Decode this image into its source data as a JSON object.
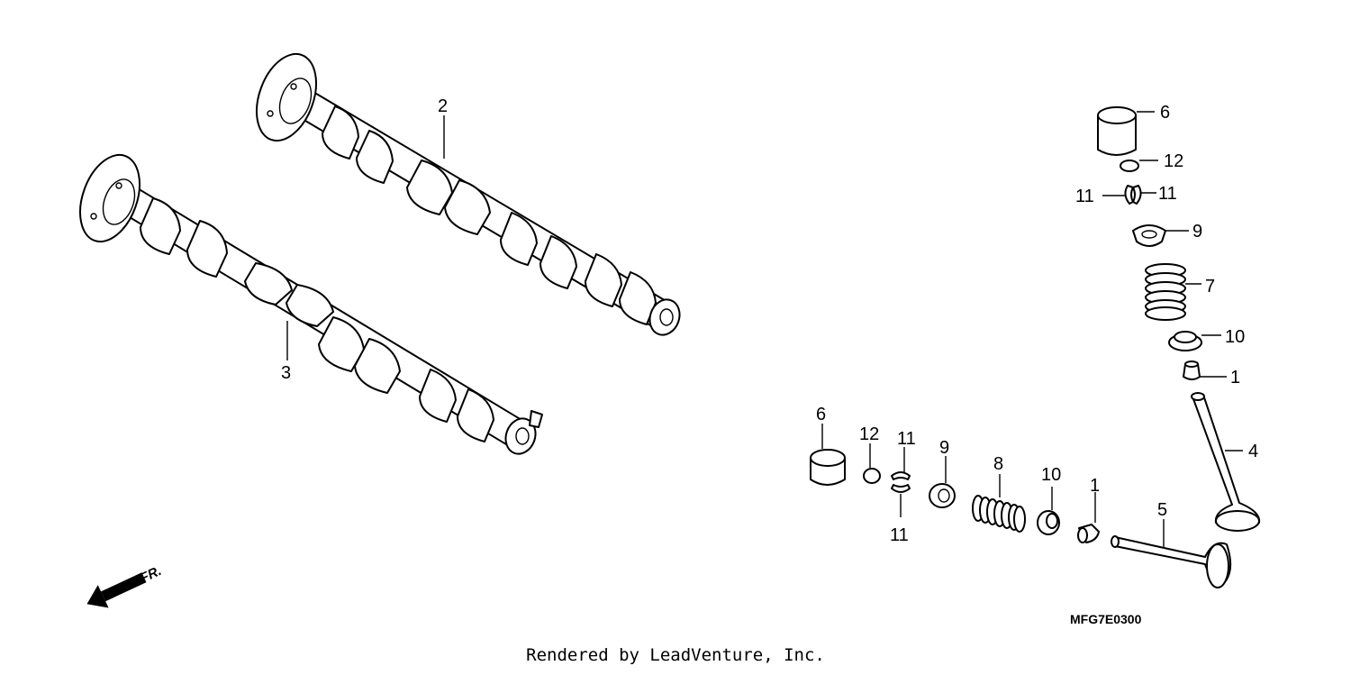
{
  "diagram": {
    "drawing_code": "MFG7E0300",
    "front_marker": "FR.",
    "footer": "Rendered by LeadVenture, Inc.",
    "callouts": {
      "cam_upper": "2",
      "cam_lower": "3",
      "r_lifter": "6",
      "r_shim": "12",
      "r_cotter_left": "11",
      "r_cotter_right": "11",
      "r_retainer": "9",
      "r_spring": "7",
      "r_seat": "10",
      "r_seal": "1",
      "r_valve": "4",
      "b_lifter": "6",
      "b_shim": "12",
      "b_cotter_top": "11",
      "b_cotter_bottom": "11",
      "b_retainer": "9",
      "b_spring": "8",
      "b_seat": "10",
      "b_seal": "1",
      "b_valve": "5"
    }
  }
}
